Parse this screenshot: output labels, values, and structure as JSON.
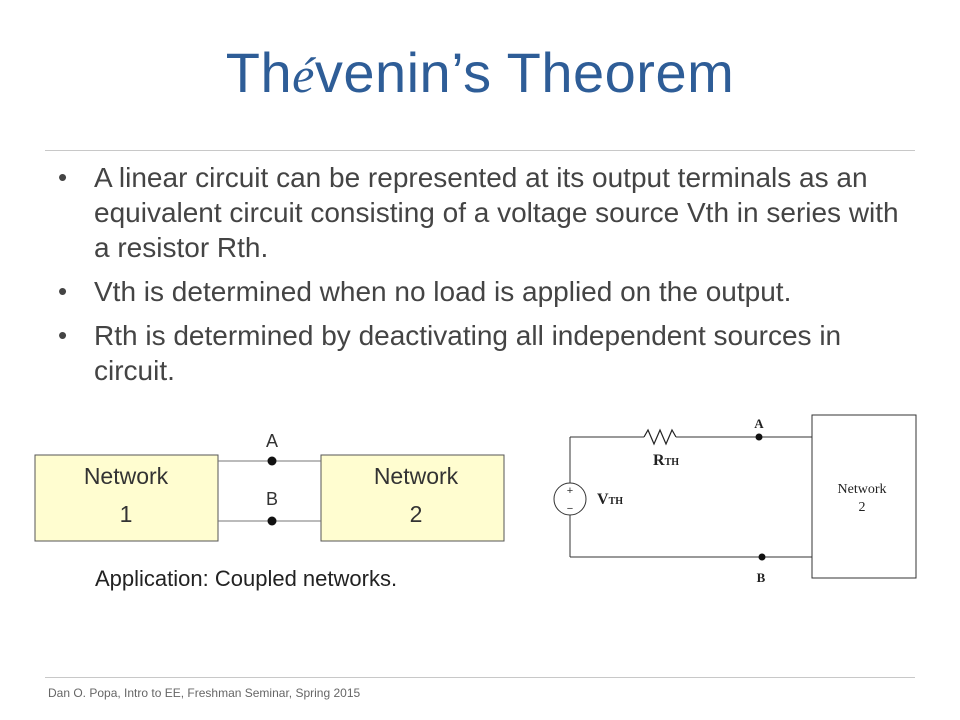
{
  "slide": {
    "title_prefix": "Th",
    "title_accent": "é",
    "title_suffix": "venin’s Theorem",
    "bullets": [
      "A linear circuit can be represented at its output terminals as an equivalent circuit consisting of a voltage source Vth in series with a resistor Rth.",
      "Vth is determined when no load is applied on the output.",
      "Rth is determined by deactivating all independent sources in circuit."
    ],
    "bullet_marker": "•"
  },
  "coupled_diagram": {
    "network1_name": "Network",
    "network1_num": "1",
    "network2_name": "Network",
    "network2_num": "2",
    "terminal_a": "A",
    "terminal_b": "B",
    "box_fill": "#fffdd0",
    "caption": "Application: Coupled networks."
  },
  "thevenin_circuit": {
    "resistor_label_main": "R",
    "resistor_label_sub": "TH",
    "source_label_main": "V",
    "source_label_sub": "TH",
    "source_plus": "+",
    "source_minus": "−",
    "terminal_a": "A",
    "terminal_b": "B",
    "network_name": "Network",
    "network_num": "2"
  },
  "footer": "Dan O. Popa, Intro to EE, Freshman Seminar, Spring 2015",
  "colors": {
    "title": "#2e5d97",
    "rule": "#c8c8c8"
  }
}
